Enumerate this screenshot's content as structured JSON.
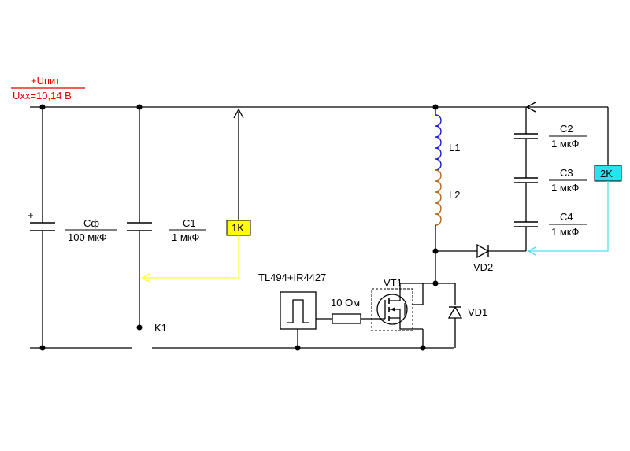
{
  "supply": {
    "label_top": "+Uпит",
    "label_bottom": "Uxx=10,14 В",
    "color": "#e00000"
  },
  "components": {
    "cf": {
      "name": "Сф",
      "value": "100 мкФ",
      "polarity": "+"
    },
    "c1": {
      "name": "C1",
      "value": "1 мкФ"
    },
    "c2": {
      "name": "C2",
      "value": "1 мкФ"
    },
    "c3": {
      "name": "C3",
      "value": "1 мкФ"
    },
    "c4": {
      "name": "C4",
      "value": "1 мкФ"
    },
    "l1": {
      "name": "L1",
      "color": "#1a1adb"
    },
    "l2": {
      "name": "L2",
      "color": "#b8651a"
    },
    "vd1": {
      "name": "VD1"
    },
    "vd2": {
      "name": "VD2"
    },
    "vt1": {
      "name": "VT1"
    },
    "k1": {
      "name": "K1"
    },
    "driver": {
      "name": "TL494+IR4427"
    },
    "resistor": {
      "value": "10 Ом"
    }
  },
  "probes": {
    "p1": {
      "label": "1K",
      "fill": "#ffff00",
      "wire_color": "#ffff33"
    },
    "p2": {
      "label": "2K",
      "fill": "#22e6ee",
      "wire_color": "#55ddee"
    }
  }
}
